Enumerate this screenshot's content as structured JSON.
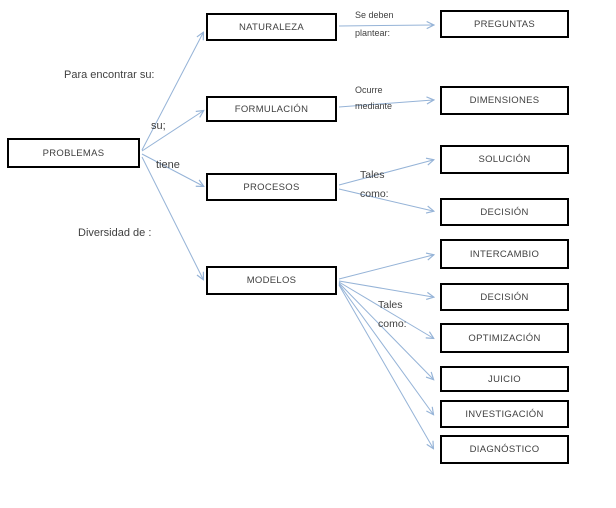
{
  "colors": {
    "connector": "#95B3D7",
    "node_border": "#000000",
    "text": "#3F3F3F",
    "background": "#FFFFFF"
  },
  "nodes": {
    "problemas": {
      "label": "PROBLEMAS"
    },
    "naturaleza": {
      "label": "NATURALEZA"
    },
    "formulacion": {
      "label": "FORMULACIÓN"
    },
    "procesos": {
      "label": "PROCESOS"
    },
    "modelos": {
      "label": "MODELOS"
    },
    "preguntas": {
      "label": "PREGUNTAS"
    },
    "dimensiones": {
      "label": "DIMENSIONES"
    },
    "solucion": {
      "label": "SOLUCIÓN"
    },
    "decision1": {
      "label": "DECISIÓN"
    },
    "intercambio": {
      "label": "INTERCAMBIO"
    },
    "decision2": {
      "label": "DECISIÓN"
    },
    "optimizacion": {
      "label": "OPTIMIZACIÓN"
    },
    "juicio": {
      "label": "JUICIO"
    },
    "investigacion": {
      "label": "INVESTIGACIÓN"
    },
    "diagnostico": {
      "label": "DIAGNÓSTICO"
    }
  },
  "side_labels": {
    "para_encontrar": "Para encontrar su:",
    "su": "su;",
    "tiene": "tiene",
    "diversidad": "Diversidad de :"
  },
  "edge_labels": {
    "se_deben": {
      "line1": "Se deben",
      "line2": "plantear:"
    },
    "ocurre": {
      "line1": "Ocurre",
      "line2": "mediante"
    },
    "tales_procesos": {
      "line1": "Tales",
      "line2": "como:"
    },
    "tales_modelos": {
      "line1": "Tales",
      "line2": "como:"
    }
  },
  "relations": [
    {
      "from": "PROBLEMAS",
      "to": "NATURALEZA",
      "label": "Para encontrar su:"
    },
    {
      "from": "PROBLEMAS",
      "to": "FORMULACIÓN",
      "label": "su;"
    },
    {
      "from": "PROBLEMAS",
      "to": "PROCESOS",
      "label": "tiene"
    },
    {
      "from": "PROBLEMAS",
      "to": "MODELOS",
      "label": "Diversidad de :"
    },
    {
      "from": "NATURALEZA",
      "to": "PREGUNTAS",
      "label": "Se deben plantear:"
    },
    {
      "from": "FORMULACIÓN",
      "to": "DIMENSIONES",
      "label": "Ocurre mediante"
    },
    {
      "from": "PROCESOS",
      "to": "SOLUCIÓN",
      "label": "Tales como:"
    },
    {
      "from": "PROCESOS",
      "to": "DECISIÓN",
      "label": "Tales como:"
    },
    {
      "from": "MODELOS",
      "to": "INTERCAMBIO",
      "label": "Tales como:"
    },
    {
      "from": "MODELOS",
      "to": "DECISIÓN",
      "label": "Tales como:"
    },
    {
      "from": "MODELOS",
      "to": "OPTIMIZACIÓN",
      "label": "Tales como:"
    },
    {
      "from": "MODELOS",
      "to": "JUICIO",
      "label": "Tales como:"
    },
    {
      "from": "MODELOS",
      "to": "INVESTIGACIÓN",
      "label": "Tales como:"
    },
    {
      "from": "MODELOS",
      "to": "DIAGNÓSTICO",
      "label": "Tales como:"
    }
  ]
}
